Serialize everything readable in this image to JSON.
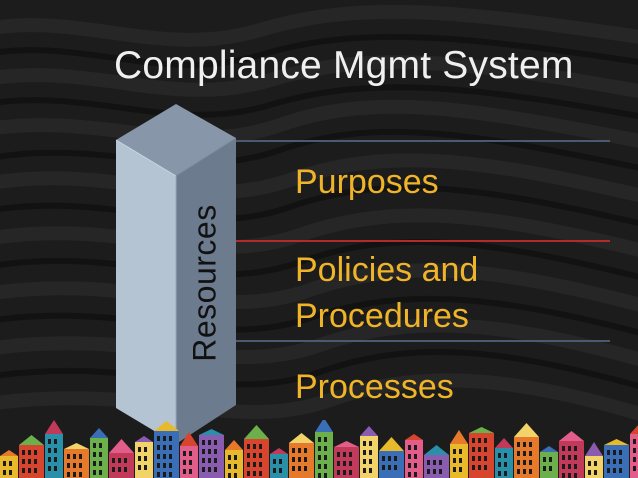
{
  "slide": {
    "title": "Compliance Mgmt System",
    "pillar_label": "Resources",
    "items": [
      "Purposes",
      "Policies and",
      "Procedures",
      "Processes"
    ]
  },
  "colors": {
    "background": "#1a1a1a",
    "title_text": "#f0f0f0",
    "item_text": "#f0b428",
    "divider_blue": "#4a5a70",
    "divider_red": "#b32a2a",
    "pillar_face": "#b5c4d3",
    "pillar_top": "#8796a8",
    "pillar_side": "#6c7b8e"
  },
  "icons": {
    "background_pattern": "wavy-dark-texture",
    "footer_art": "colorful-townhouse-skyline"
  }
}
